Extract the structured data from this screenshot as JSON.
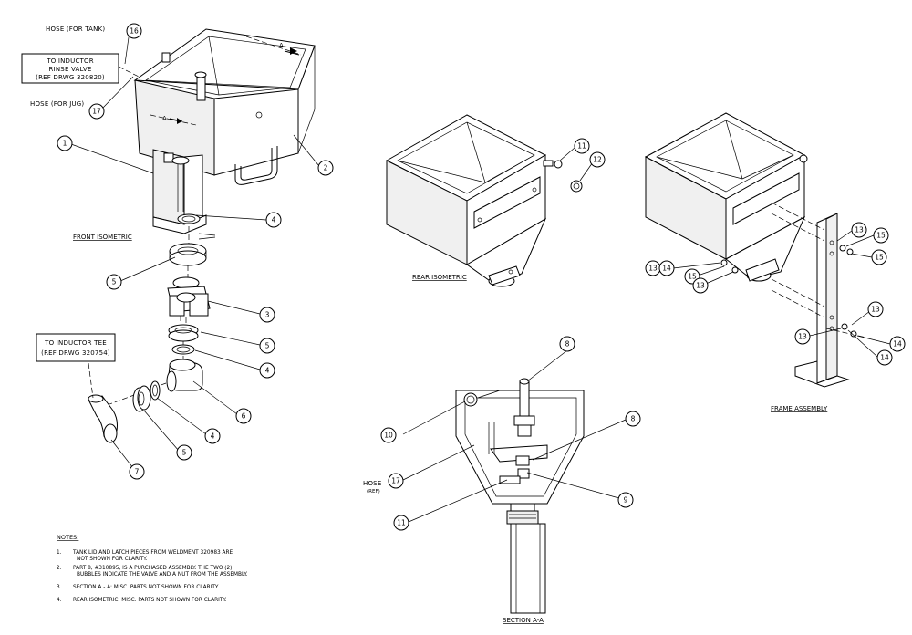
{
  "labels": {
    "hose_tank": "HOSE (FOR TANK)",
    "hose_jug": "HOSE (FOR JUG)",
    "rinse_box": [
      "TO INDUCTOR",
      "RINSE VALVE",
      "(REF DRWG 320820)"
    ],
    "tee_box": [
      "TO INDUCTOR TEE",
      "(REF DRWG 320754)"
    ],
    "hose_ref": [
      "HOSE",
      "(REF)"
    ],
    "section_marker_top": "A",
    "section_marker_left": "A"
  },
  "view_titles": {
    "front": "FRONT ISOMETRIC",
    "rear": "REAR ISOMETRIC",
    "frame": "FRAME ASSEMBLY",
    "section": "SECTION A-A"
  },
  "bubbles": {
    "b16": "16",
    "b17a": "17",
    "b1": "1",
    "b2": "2",
    "b4a": "4",
    "b5a": "5",
    "b3": "3",
    "b5b": "5",
    "b4b": "4",
    "b6": "6",
    "b4c": "4",
    "b5c": "5",
    "b7": "7",
    "b11a": "11",
    "b12": "12",
    "b8a": "8",
    "b8b": "8",
    "b10": "10",
    "b17b": "17",
    "b9": "9",
    "b11b": "11",
    "b13a": "13",
    "b15a": "15",
    "b15b": "15",
    "b13b": "13",
    "b14a": "14",
    "b15c": "15",
    "b13c": "13",
    "b13d": "13",
    "b13e": "13",
    "b14b": "14",
    "b14c": "14"
  },
  "notes": {
    "heading": "NOTES:",
    "items": [
      {
        "num": "1.",
        "lines": [
          "TANK LID AND LATCH PIECES FROM WELDMENT 320983 ARE",
          "NOT SHOWN FOR CLARITY."
        ]
      },
      {
        "num": "2.",
        "lines": [
          "PART 8, #310895, IS A PURCHASED ASSEMBLY.  THE TWO (2)",
          "BUBBLES INDICATE THE VALVE AND A NUT FROM THE ASSEMBLY."
        ]
      },
      {
        "num": "3.",
        "lines": [
          "SECTION A - A:  MISC. PARTS NOT SHOWN FOR CLARITY."
        ]
      },
      {
        "num": "4.",
        "lines": [
          "REAR ISOMETRIC:  MISC. PARTS NOT SHOWN FOR CLARITY."
        ]
      }
    ]
  }
}
